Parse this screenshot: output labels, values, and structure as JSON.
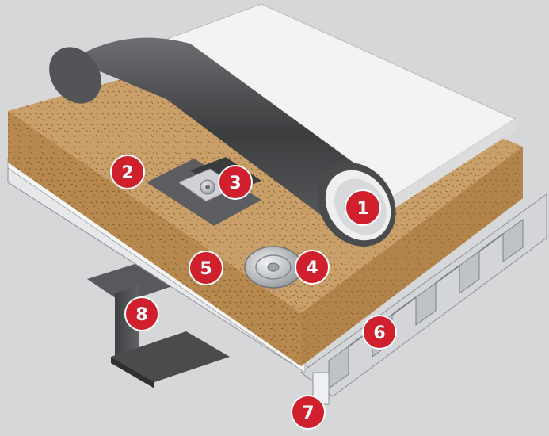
{
  "colors": {
    "background": "#d6d7d9",
    "insulation": "#caa06a",
    "insulation_side": "#b58a54",
    "membrane_sheet": "#f4f4f4",
    "roll": "#4a4b4d",
    "deck_metal": "#dfe1e3",
    "beam": "#4b4c4e",
    "callout": "#d0202e"
  },
  "callouts": [
    {
      "id": "1",
      "label": "1"
    },
    {
      "id": "2",
      "label": "2"
    },
    {
      "id": "3",
      "label": "3"
    },
    {
      "id": "4",
      "label": "4"
    },
    {
      "id": "5",
      "label": "5"
    },
    {
      "id": "6",
      "label": "6"
    },
    {
      "id": "7",
      "label": "7"
    },
    {
      "id": "8",
      "label": "8"
    }
  ]
}
